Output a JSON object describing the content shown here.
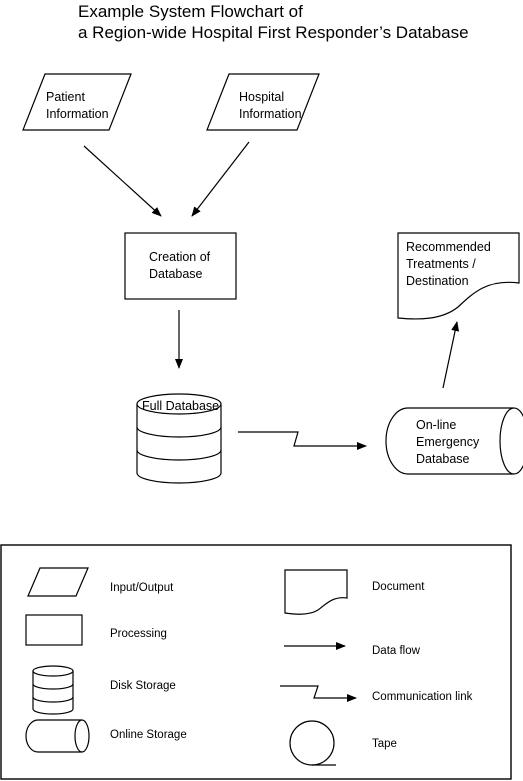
{
  "title": {
    "line1": "Example System Flowchart of",
    "line2": "a Region-wide Hospital First Responder’s Database"
  },
  "nodes": {
    "patient_info": {
      "line1": "Patient",
      "line2": "Information"
    },
    "hospital_info": {
      "line1": "Hospital",
      "line2": "Information"
    },
    "creation": {
      "line1": "Creation of",
      "line2": "Database"
    },
    "full_db": {
      "label": "Full Database"
    },
    "online_db": {
      "line1": "On-line",
      "line2": "Emergency",
      "line3": "Database"
    },
    "recommended": {
      "line1": "Recommended",
      "line2": "Treatments /",
      "line3": "Destination"
    }
  },
  "legend": {
    "input_output": "Input/Output",
    "processing": "Processing",
    "disk_storage": "Disk Storage",
    "online_storage": "Online Storage",
    "document": "Document",
    "data_flow": "Data flow",
    "communication_link": "Communication link",
    "tape": "Tape"
  }
}
